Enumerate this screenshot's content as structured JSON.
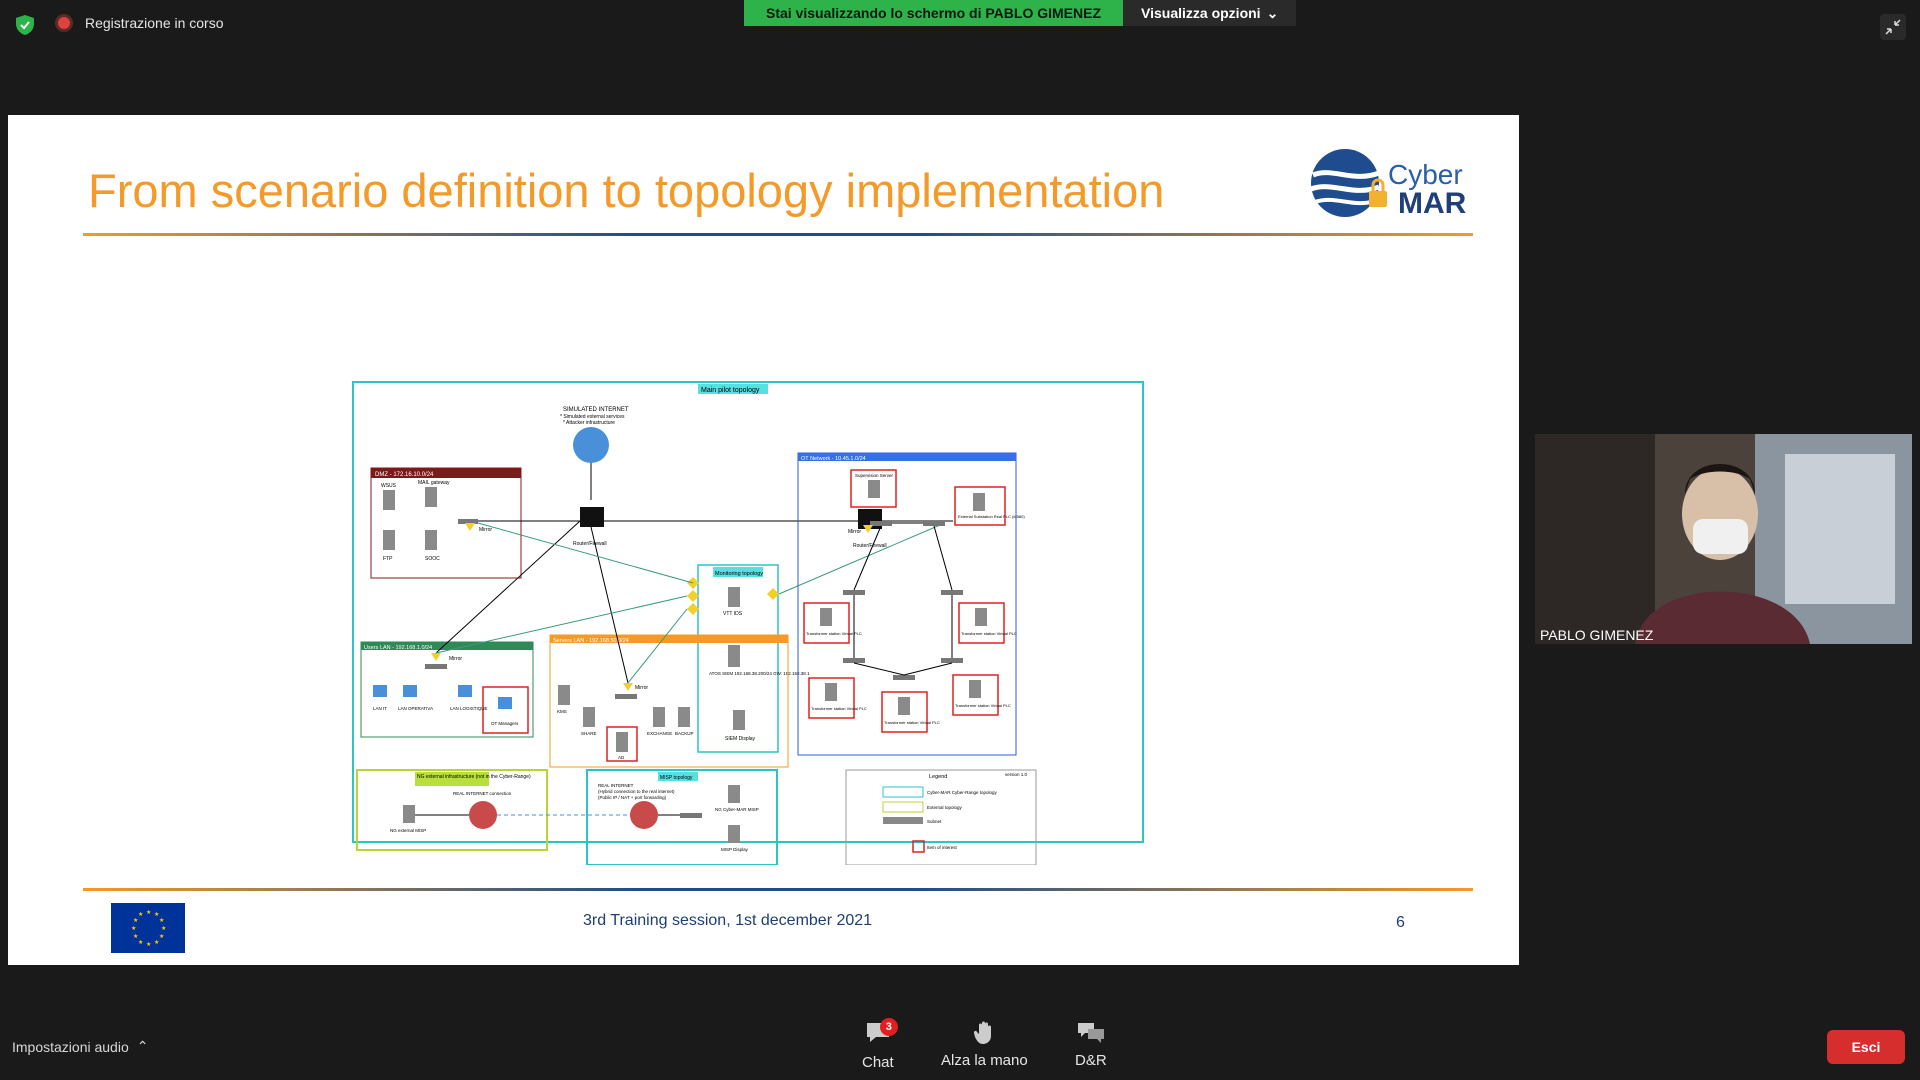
{
  "topbar": {
    "recording_label": "Registrazione in corso",
    "share_banner": "Stai visualizzando lo schermo di PABLO GIMENEZ",
    "view_options": "Visualizza opzioni"
  },
  "slide": {
    "title": "From scenario definition to topology implementation",
    "logo": {
      "line1": "Cyber",
      "line2": "MAR"
    },
    "footer": "3rd Training session, 1st december 2021",
    "page_number": "6",
    "diagram": {
      "main_label": "Main pilot topology",
      "internet_label": "SIMULATED INTERNET",
      "internet_sub1": "* Simulated external services",
      "internet_sub2": "* Attacker infrastructure",
      "dmz": {
        "title": "DMZ - 172.16.10.0/24",
        "nodes": [
          "WSUS",
          "MAIL gateway",
          "FTP",
          "SOOC"
        ],
        "mirror": "Mirror"
      },
      "router1": "Router/Firewall",
      "router2": "Router/Firewall",
      "monitoring": {
        "title": "Monitoring topology",
        "node": "VTT IDS",
        "siem": "ATOS SIEM 192.168.38.200/24 GW: 192.168.38.1",
        "display": "SIEM Display"
      },
      "users_lan": {
        "title": "Users LAN - 192.168.1.0/24",
        "mirror": "Mirror",
        "nodes": [
          "LAN IT",
          "LAN OPERATIVA",
          "LAN LOGISTIQUE",
          "OT Managers"
        ]
      },
      "servers_lan": {
        "title": "Servers LAN - 192.168.50.0/24",
        "mirror": "Mirror",
        "nodes": [
          "KMS",
          "SHARE",
          "EXCHANGE",
          "BACKUP",
          "AD"
        ]
      },
      "ot_network": {
        "title": "OT Network - 10.45.1.0/24",
        "supervision": "Supervision Server",
        "external": "External Substation Real PLC (M580)",
        "mirror": "Mirror",
        "transformers": [
          "Transformer station Virtual PLC",
          "Transformer station Virtual PLC",
          "Transformer station Virtual PLC",
          "Transformer station Virtual PLC",
          "Transformer station Virtual PLC"
        ]
      },
      "ng_external": {
        "title": "NG external infrastructure (not in the Cyber-Range)",
        "conn": "REAL INTERNET connection",
        "node": "NG external MISP"
      },
      "misp": {
        "title": "MISP topology",
        "line1": "REAL INTERNET",
        "line2": "(Hybrid connection to the real internet)",
        "line3": "(Public IP / NAT + port forwarding)",
        "node1": "NG Cyber-MAR MISP",
        "node2": "MISP Display"
      },
      "legend": {
        "title": "Legend",
        "version": "version 1.0",
        "items": [
          "Cyber-MAR Cyber-Range topology",
          "External topology",
          "Subnet",
          "Item of interest"
        ]
      }
    }
  },
  "participant": {
    "name": "PABLO GIMENEZ"
  },
  "bottombar": {
    "audio_settings": "Impostazioni audio",
    "chat": "Chat",
    "chat_count": "3",
    "raise_hand": "Alza la mano",
    "qa": "D&R",
    "exit": "Esci"
  }
}
